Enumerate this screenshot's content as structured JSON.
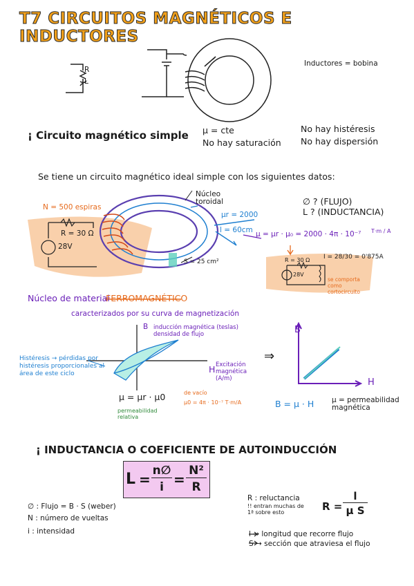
{
  "title": "T7 CIRCUITOS MAGNÉTICOS E INDUCTORES",
  "top": {
    "inductor_label": "Inductores = bobina",
    "resistor_r": "R",
    "inductor_l": "L",
    "simple_circuit": "¡ Circuito magnético simple",
    "mu_const": "μ = cte",
    "no_saturation": "No hay saturación",
    "no_hysteresis": "No hay histéresis",
    "no_dispersion": "No hay dispersión"
  },
  "circuit": {
    "intro": "Se tiene un circuito magnético ideal simple con los siguientes datos:",
    "n_turns": "N = 500 espiras",
    "resistance": "R = 30 Ω",
    "voltage": "28V",
    "core_label": "Núcleo toroidal",
    "mu_r": "μr = 2000",
    "length": "l = 60cm",
    "section": "S = 25 cm²",
    "unknown_flux": "∅ ? (FLUJO)",
    "unknown_l": "L ? (INDUCTANCIA)",
    "mu_formula": "μ = μr · μ₀ = 2000 · 4π · 10⁻⁷",
    "mu_units": "T·m / A",
    "mini_r": "R = 30 Ω",
    "current_eq": "I = 28/30 = 0'875A",
    "mini_v": "28V",
    "mini_note": "se comporta como cortocircuito"
  },
  "ferro": {
    "heading_a": "Núcleo de material",
    "heading_b": "FERROMAGNÉTICO",
    "subtitle": "caracterizados por su curva de magnetización",
    "b_label": "B",
    "b_desc": "inducción magnética (teslas) densidad de flujo",
    "h_label": "H",
    "h_desc": "Excitación magnética (A/m)",
    "hysteresis": "Histéresis → pérdidas por histéresis proporcionales al área de este ciclo",
    "mu_eq": "μ = μr · μ0",
    "vacuum": "de vacío",
    "mu0_value": "μ0 = 4π · 10⁻⁷ T·m/A",
    "relative": "permeabilidad relativa",
    "b_eq": "B = μ · H",
    "mu_perm": "μ = permeabilidad magnética",
    "arrow": "⇒"
  },
  "inductance": {
    "heading": "¡ INDUCTANCIA O COEFICIENTE DE AUTOINDUCCIÓN",
    "l": "L",
    "num1": "n∅",
    "den1": "i",
    "num2": "N²",
    "den2": "R",
    "flux_def": "∅ : Flujo = B · S (weber)",
    "n_def": "N : número de vueltas",
    "i_def": "i : intensidad",
    "r_def": "R : reluctancia",
    "r_note": "!! entran muchas de 1ª sobre esto",
    "r_formula_l": "R =",
    "r_num": "l",
    "r_den": "μ S",
    "l_def": "l → longitud que recorre flujo",
    "s_def": "S → sección que atraviesa el flujo"
  },
  "colors": {
    "title": "#f2a019",
    "orange": "#e66a1c",
    "purple": "#6a1fb8",
    "blue": "#1e7fd0",
    "green": "#2f8a3a",
    "formula_bg": "#f3c9f0"
  }
}
